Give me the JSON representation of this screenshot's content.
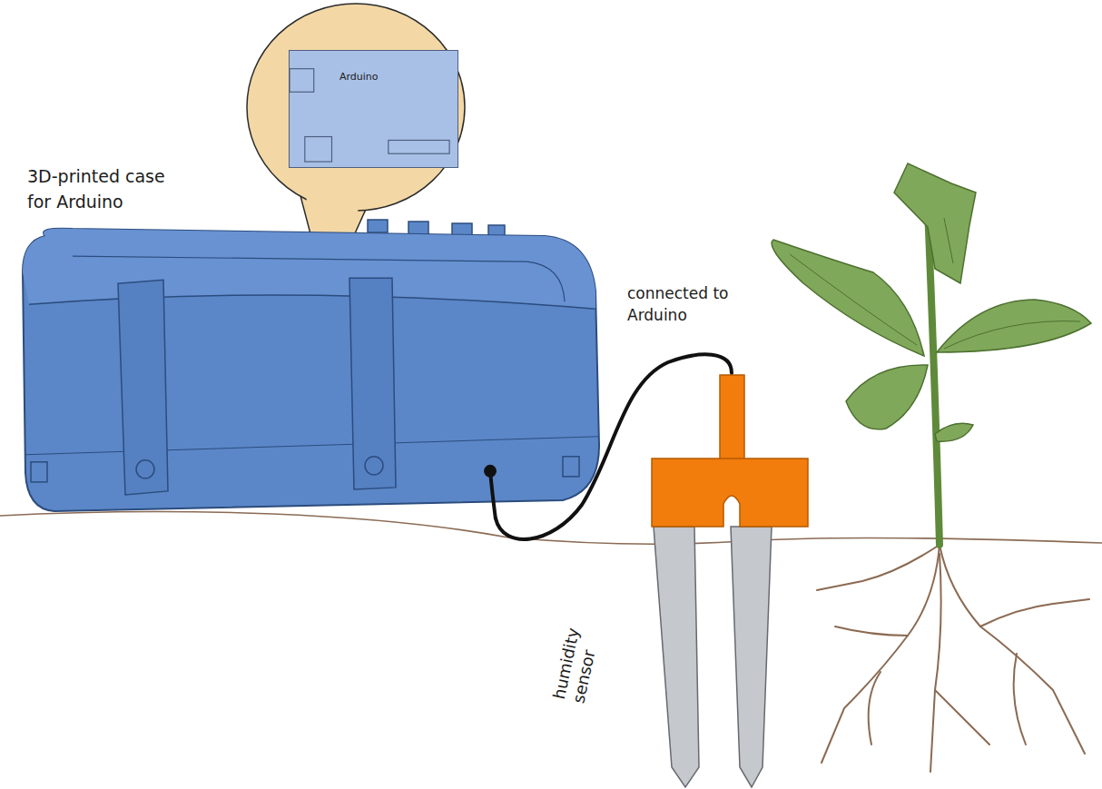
{
  "diagram": {
    "nodes": [
      {
        "text": [
          "3D-printed case for Arduino"
        ]
      },
      {
        "text": [
          "Arduino"
        ]
      },
      {
        "text": [
          "humidity sensor"
        ]
      }
    ],
    "edges": [
      {
        "from": 0,
        "to": 2,
        "arrow": "none",
        "label": "connected to Arduino"
      }
    ]
  }
}
